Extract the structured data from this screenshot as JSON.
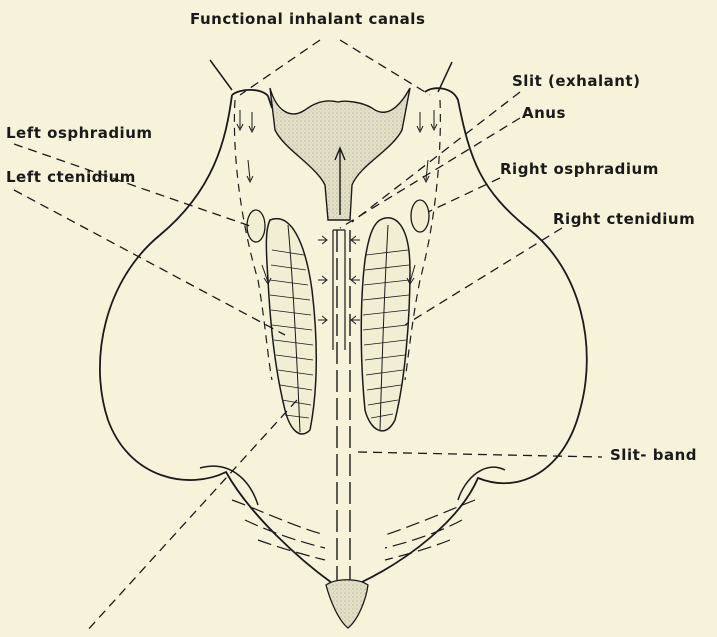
{
  "labels": {
    "inhalant_canals": "Functional inhalant canals",
    "slit_exhalant": "Slit  (exhalant)",
    "anus": "Anus",
    "left_osphradium": "Left osphradium",
    "left_ctenidium": "Left ctenidium",
    "right_osphradium": "Right osphradium",
    "right_ctenidium": "Right ctenidium",
    "slit_band": "Slit- band"
  },
  "colors": {
    "background": "#f7f3da",
    "ink": "#1a1a1a",
    "stipple": "#cfcab3"
  }
}
